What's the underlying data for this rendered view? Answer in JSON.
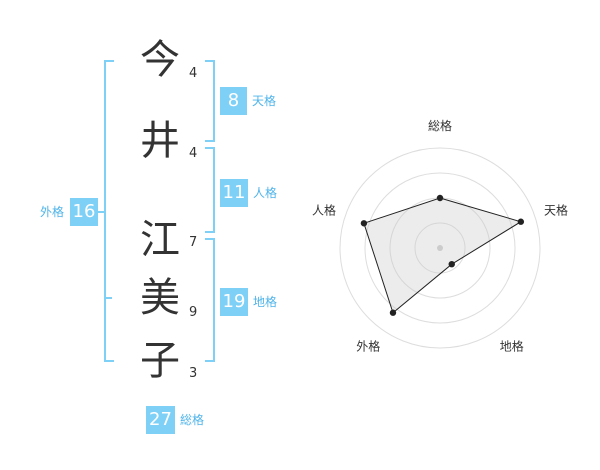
{
  "name": {
    "characters": [
      {
        "char": "今",
        "strokes": "4"
      },
      {
        "char": "井",
        "strokes": "4"
      },
      {
        "char": "江",
        "strokes": "7"
      },
      {
        "char": "美",
        "strokes": "9"
      },
      {
        "char": "子",
        "strokes": "3"
      }
    ]
  },
  "kakusu": {
    "tenkaku": {
      "value": "8",
      "label": "天格"
    },
    "jinkaku": {
      "value": "11",
      "label": "人格"
    },
    "chikaku": {
      "value": "19",
      "label": "地格"
    },
    "gaikaku": {
      "value": "16",
      "label": "外格"
    },
    "soukaku": {
      "value": "27",
      "label": "総格"
    }
  },
  "colors": {
    "accent": "#7fd0f7",
    "label": "#4fb4ea",
    "text": "#333333"
  },
  "chart_data": {
    "type": "radar",
    "axes": [
      "総格",
      "天格",
      "地格",
      "外格",
      "人格"
    ],
    "values": [
      27,
      8,
      19,
      16,
      11
    ],
    "relative_radius": [
      0.5,
      0.85,
      0.2,
      0.8,
      0.8
    ],
    "rings": 4
  }
}
